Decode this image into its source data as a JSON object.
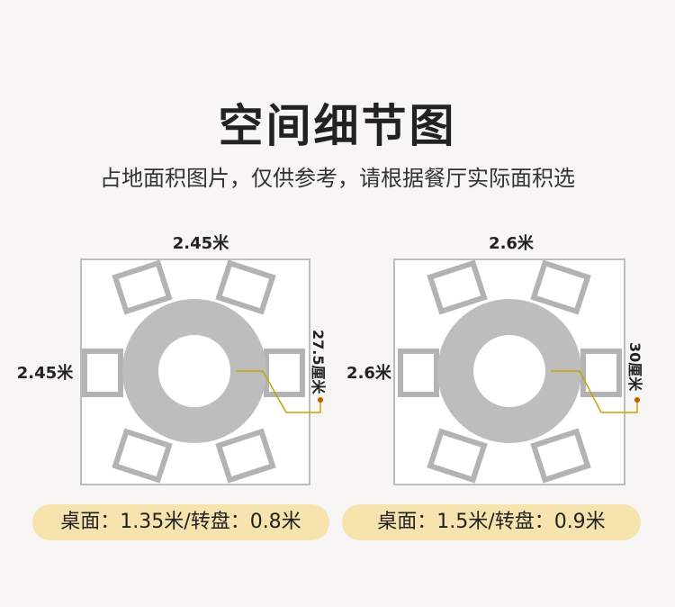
{
  "header": {
    "title": "空间细节图",
    "subtitle": "占地面积图片，仅供参考，请根据餐厅实际面积选"
  },
  "layouts": [
    {
      "top_dimension": "2.45米",
      "side_dimension": "2.45米",
      "chair_gap_label": "27.5厘米",
      "caption": "桌面：1.35米/转盘：0.8米"
    },
    {
      "top_dimension": "2.6米",
      "side_dimension": "2.6米",
      "chair_gap_label": "30厘米",
      "caption": "桌面：1.5米/转盘：0.9米"
    }
  ],
  "colors": {
    "background": "#f7f6f4",
    "table_ring": "#bdbdbd",
    "chair_stroke": "#b5b5b5",
    "room_stroke": "#bdbdbd",
    "leader_line": "#c8a200",
    "caption_bg": "#f6e3ad"
  }
}
